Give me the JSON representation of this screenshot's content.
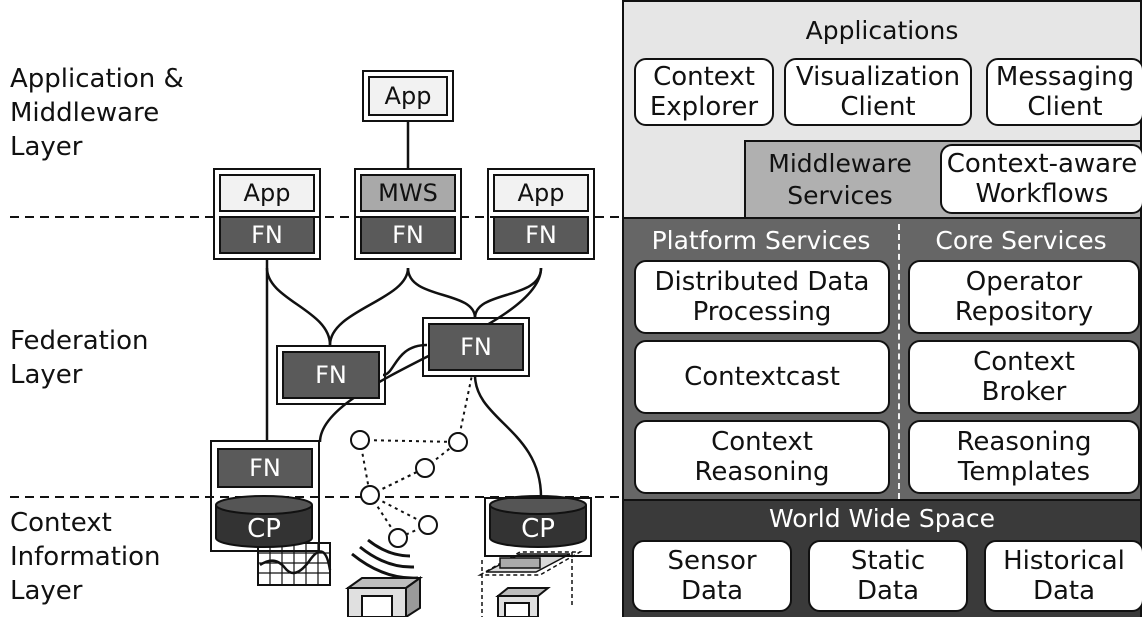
{
  "layers": {
    "application_middleware": "Application &\nMiddleware\nLayer",
    "federation": "Federation\nLayer",
    "context_information": "Context\nInformation\nLayer"
  },
  "left_nodes": {
    "app": "App",
    "mws": "MWS",
    "fn": "FN",
    "cp": "CP"
  },
  "stack": {
    "applications": {
      "title": "Applications",
      "items": [
        "Context\nExplorer",
        "Visualization\nClient",
        "Messaging\nClient"
      ]
    },
    "middleware": {
      "label": "Middleware\nServices",
      "workflows": "Context-aware\nWorkflows"
    },
    "platform_services": {
      "title": "Platform Services",
      "items": [
        "Distributed Data\nProcessing",
        "Contextcast",
        "Context\nReasoning"
      ]
    },
    "core_services": {
      "title": "Core Services",
      "items": [
        "Operator\nRepository",
        "Context\nBroker",
        "Reasoning\nTemplates"
      ]
    },
    "world_wide_space": {
      "title": "World Wide Space",
      "items": [
        "Sensor\nData",
        "Static\nData",
        "Historical\nData"
      ]
    }
  },
  "colors": {
    "fn_fill": "#5a5a5a",
    "mws_fill": "#a9a9a9",
    "app_fill": "#f2f2f2",
    "applications_bg": "#e6e6e6",
    "middleware_bg": "#b0b0b0",
    "services_bg": "#666666",
    "world_bg": "#3a3a3a",
    "cp_fill": "#333333"
  }
}
